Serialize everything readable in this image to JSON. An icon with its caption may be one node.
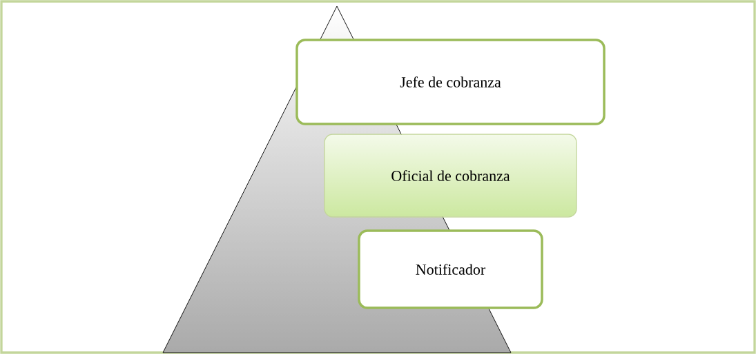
{
  "diagram": {
    "nodes": [
      {
        "text": [
          "Jefe de cobranza"
        ]
      },
      {
        "text": [
          "Oficial de cobranza"
        ]
      },
      {
        "text": [
          "Notificador"
        ]
      }
    ]
  }
}
